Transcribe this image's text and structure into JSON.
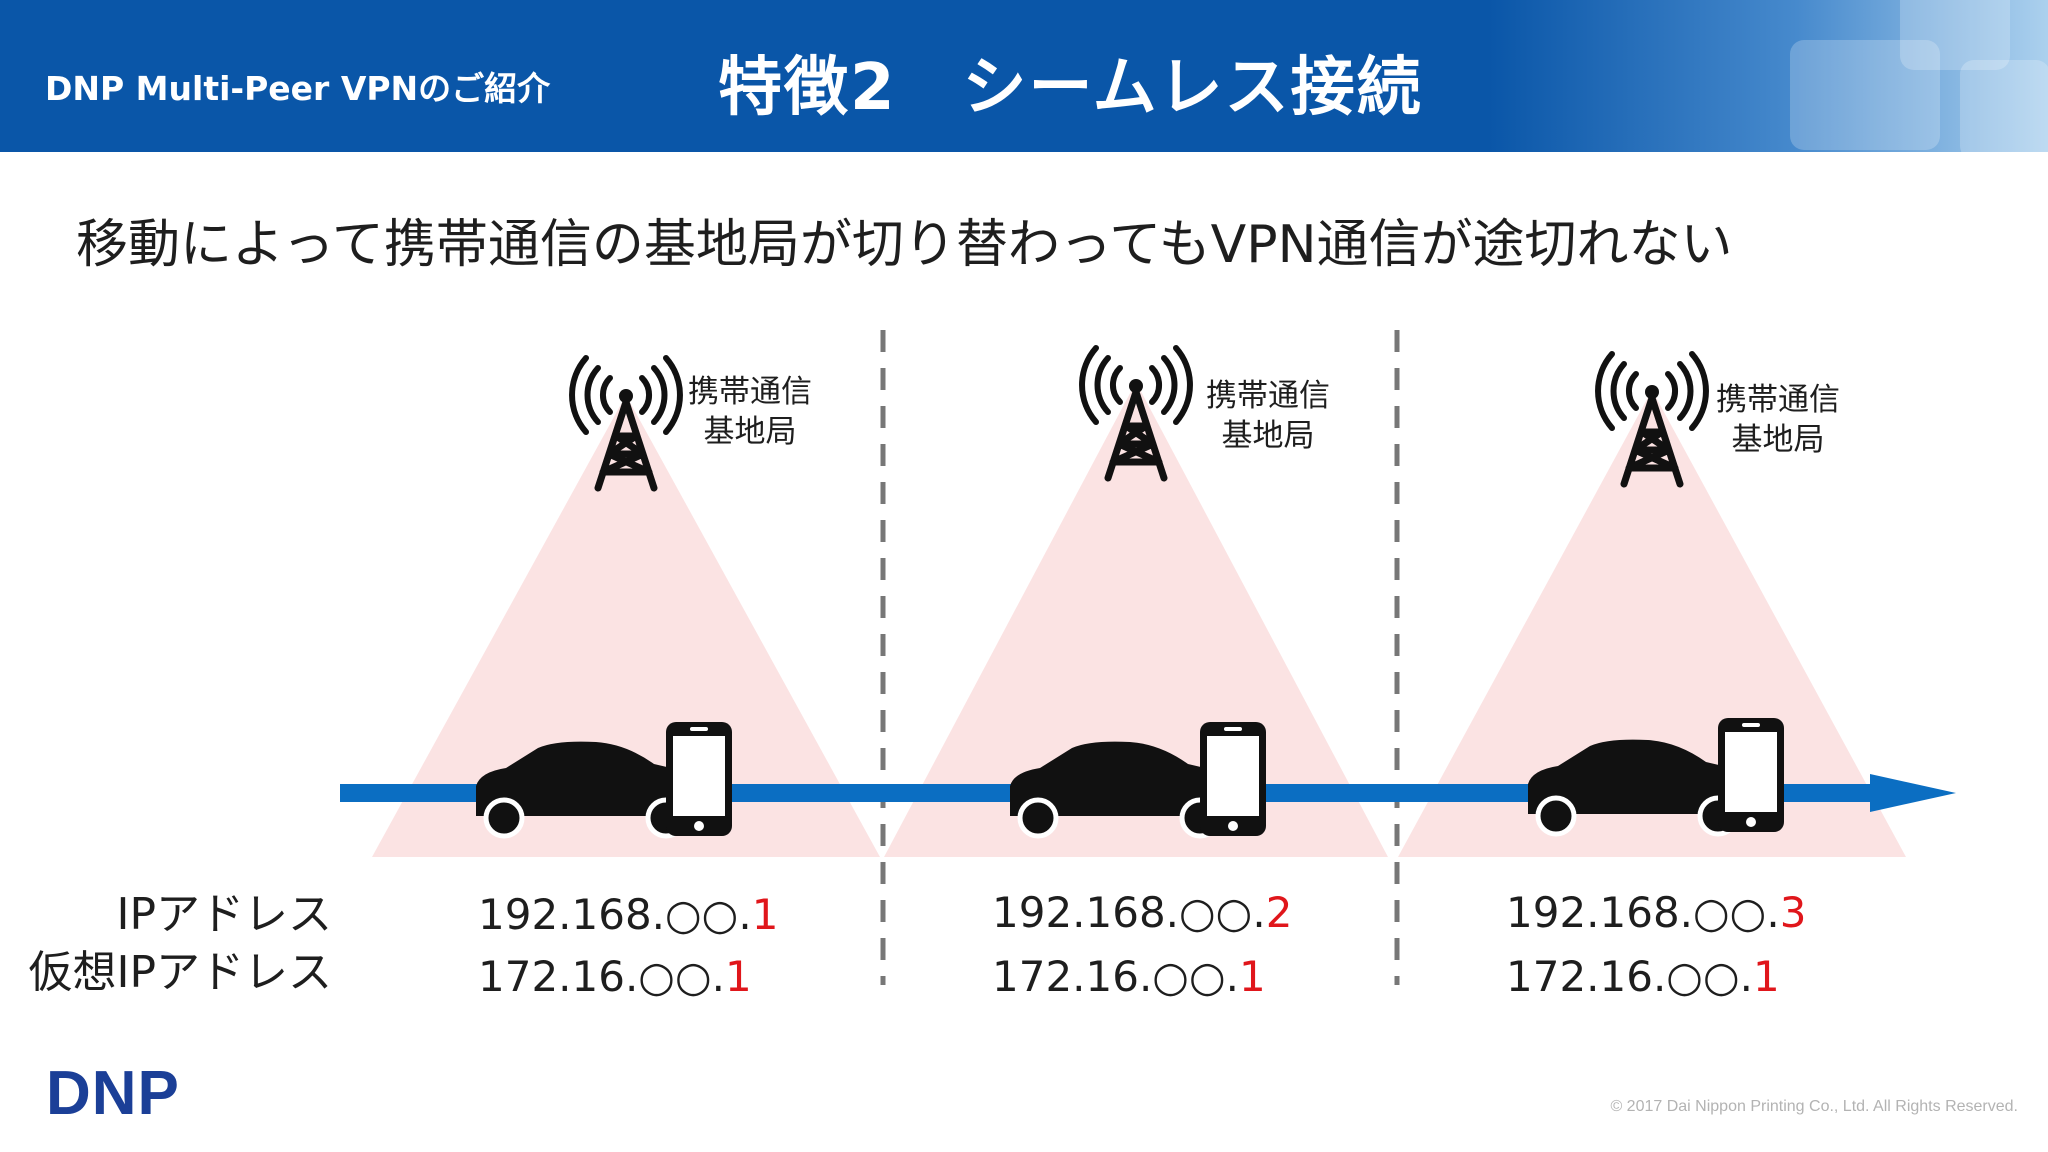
{
  "header": {
    "brand_title": "DNP Multi-Peer VPNのご紹介",
    "title": "特徴2　シームレス接続"
  },
  "subtitle": "移動によって携帯通信の基地局が切り替わってもVPN通信が途切れない",
  "row_labels": {
    "ip": "IPアドレス",
    "virtual_ip": "仮想IPアドレス"
  },
  "stations": [
    {
      "label_line1": "携帯通信",
      "label_line2": "基地局",
      "ip_prefix": "192.168.○○.",
      "ip_suffix": "1",
      "vip_prefix": "172.16.○○.",
      "vip_suffix": "1"
    },
    {
      "label_line1": "携帯通信",
      "label_line2": "基地局",
      "ip_prefix": "192.168.○○.",
      "ip_suffix": "2",
      "vip_prefix": "172.16.○○.",
      "vip_suffix": "1"
    },
    {
      "label_line1": "携帯通信",
      "label_line2": "基地局",
      "ip_prefix": "192.168.○○.",
      "ip_suffix": "3",
      "vip_prefix": "172.16.○○.",
      "vip_suffix": "1"
    }
  ],
  "footer": {
    "logo": "DNP",
    "copyright": "© 2017 Dai Nippon Printing Co., Ltd. All Rights Reserved."
  },
  "colors": {
    "header_blue": "#0a56a8",
    "arrow_blue": "#0b6ec2",
    "coverage_pink": "#fbe3e3",
    "highlight_red": "#e0161b",
    "logo_blue": "#1b3f97"
  },
  "icons": [
    "radio-tower-icon",
    "car-icon",
    "smartphone-icon"
  ]
}
